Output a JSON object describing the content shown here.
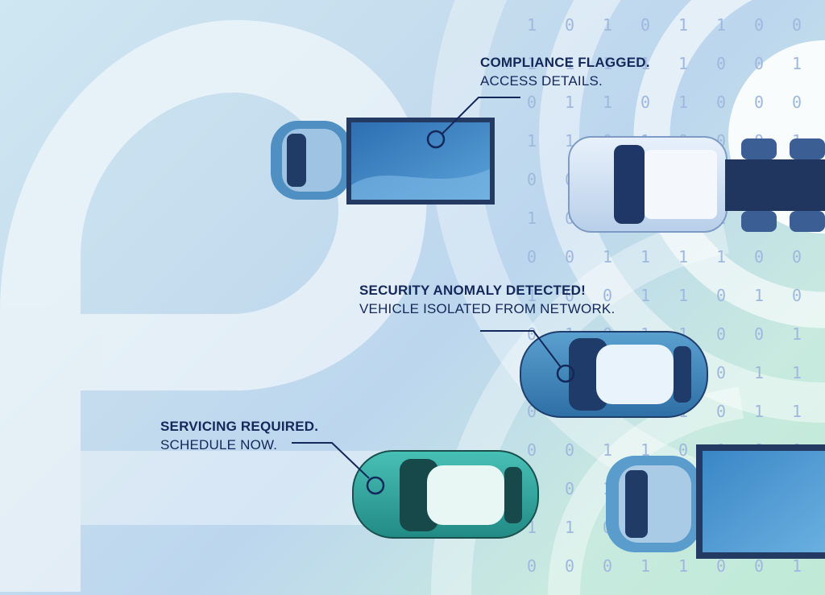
{
  "callouts": {
    "compliance": {
      "title": "COMPLIANCE FLAGGED.",
      "body": "ACCESS DETAILS."
    },
    "security": {
      "title": "SECURITY ANOMALY DETECTED!",
      "body": "VEHICLE ISOLATED FROM NETWORK."
    },
    "servicing": {
      "title": "SERVICING REQUIRED.",
      "body": "SCHEDULE NOW."
    }
  },
  "binary_rows": [
    "1 0 1 0 1 1 0 0",
    "1 1 1 1 1 0 0 1",
    "0 1 1 0 1 0 0 0",
    "1 1 0 1 0 0 0 1",
    "0 0 0 1 1 1 1 0",
    "1 0 1 1 0 1 0 1",
    "0 0 1 1 1 1 0 0",
    "1 0 0 1 1 0 1 0",
    "0 1 0 1 1 0 0 1",
    "0 0 1 1 1 0 1 1",
    "0 1 1 0 1 0 1 1",
    "0 0 1 1 0 1 0 0",
    "0 0 1 1 1 0 0 1",
    "1 1 0 1 0 0 0 1",
    "0 0 0 1 1 0 0 1"
  ],
  "colors": {
    "text": "#14285a",
    "pointer": "#14285a",
    "binary": "#9fb8de",
    "truck_box": "#3f86c4",
    "security_car": "#4d93c6",
    "service_car": "#3fb0a8"
  }
}
